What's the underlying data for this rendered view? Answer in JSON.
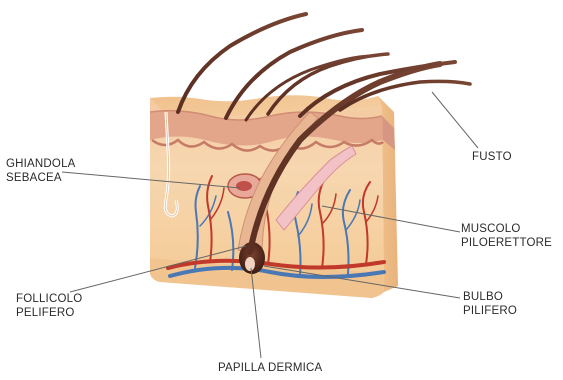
{
  "labels": {
    "ghiandola": [
      "GHIANDOLA",
      "SEBACEA"
    ],
    "fusto": [
      "FUSTO"
    ],
    "muscolo": [
      "MUSCOLO",
      "PILOERETTORE"
    ],
    "follicolo": [
      "FOLLICOLO",
      "PELIFERO"
    ],
    "bulbo": [
      "BULBO",
      "PILIFERO"
    ],
    "papilla": [
      "PAPILLA DERMICA"
    ]
  },
  "colors": {
    "hair": "#6b3a2a",
    "epidermis_top": "#f2c797",
    "skin_front": "#f6d2a6",
    "skin_side": "#f3c48f",
    "dermis_band": "#dba08a",
    "artery": "#c0392b",
    "vein": "#4a78b5",
    "leader_line": "#666666"
  }
}
